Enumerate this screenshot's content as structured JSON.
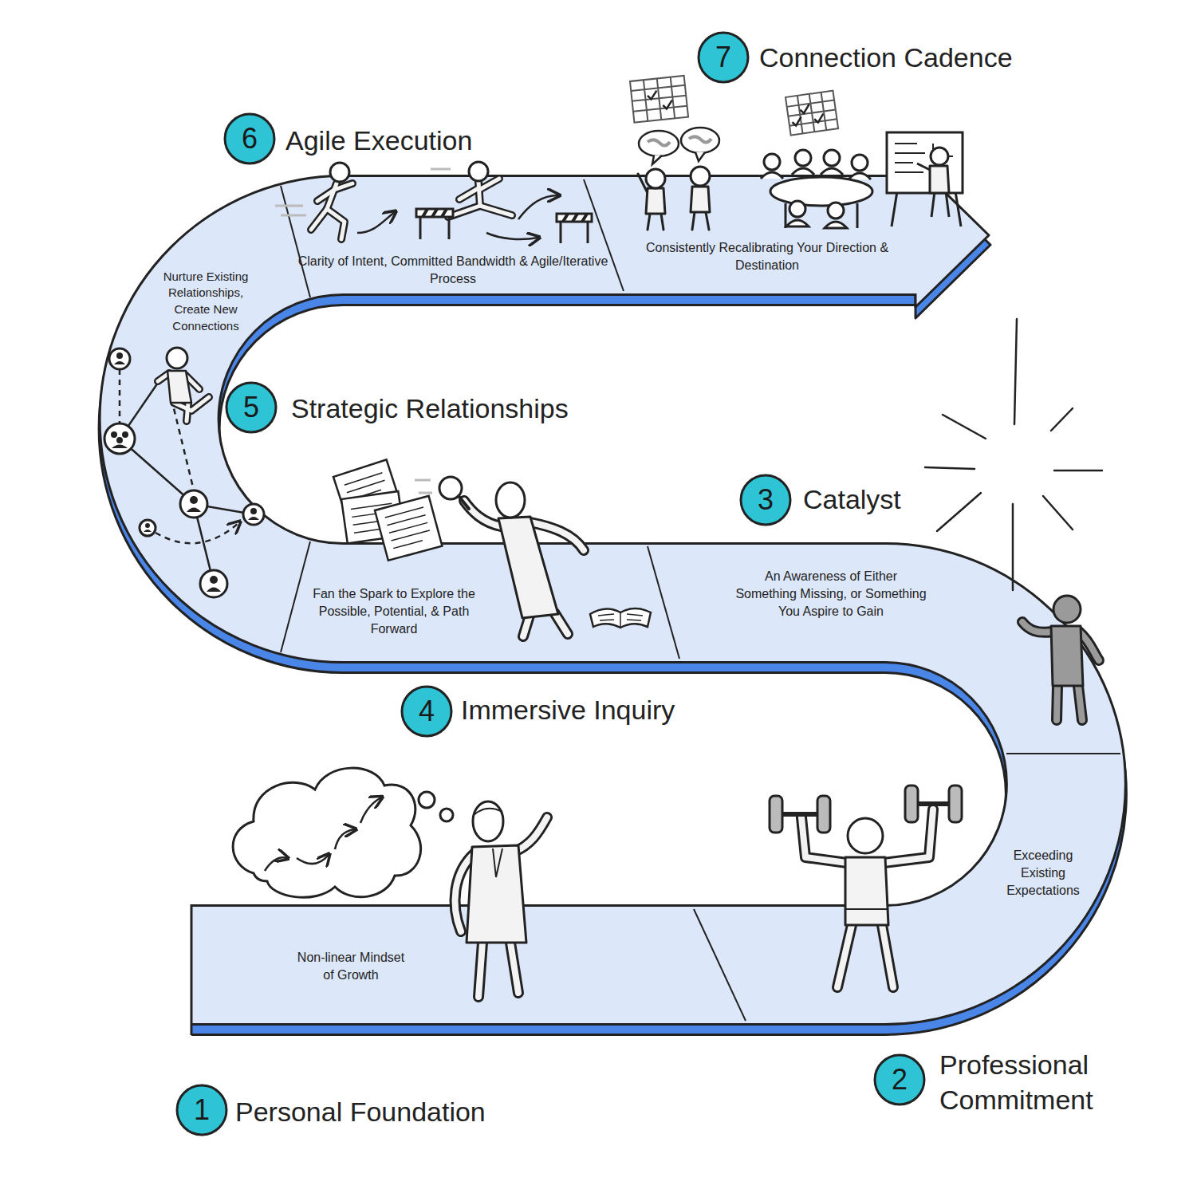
{
  "diagram": {
    "nodes": [
      {
        "text": [
          "Personal Foundation",
          "Non-linear Mindset of Growth"
        ]
      },
      {
        "text": [
          "Professional Commitment",
          "Exceeding Existing Expectations"
        ]
      },
      {
        "text": [
          "Catalyst",
          "An Awareness of Either Something Missing, or Something You Aspire to Gain"
        ]
      },
      {
        "text": [
          "Immersive Inquiry",
          "Fan the Spark to Explore the Possible, Potential, & Path Forward"
        ]
      },
      {
        "text": [
          "Strategic Relationships",
          "Nurture Existing Relationships, Create New Connections"
        ]
      },
      {
        "text": [
          "Agile Execution",
          "Clarity of Intent, Committed Bandwidth & Agile/Iterative Process"
        ]
      },
      {
        "text": [
          "Connection Cadence",
          "Consistently Recalibrating Your Direction & Destination"
        ]
      }
    ],
    "labels": [
      "1",
      "2",
      "3",
      "4",
      "5",
      "6",
      "7"
    ]
  }
}
